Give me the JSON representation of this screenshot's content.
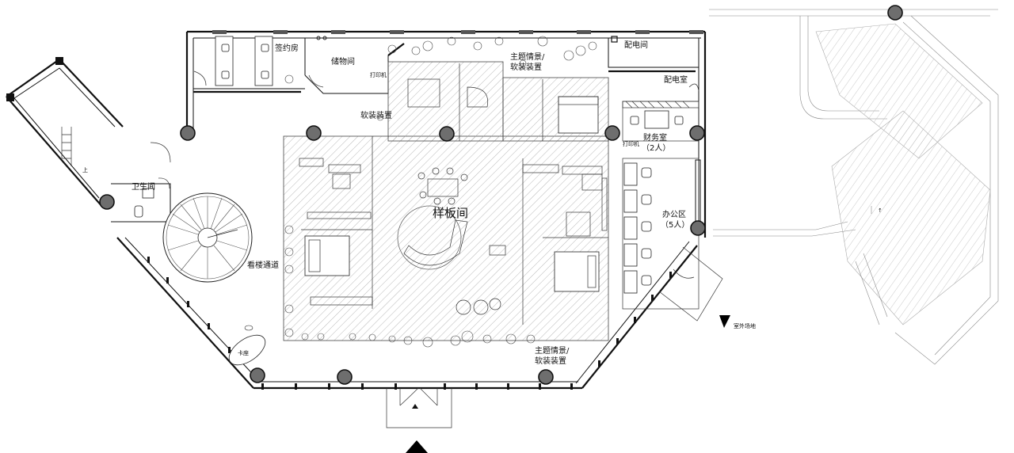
{
  "labels": {
    "signing_room": "签约房",
    "storage": "储物间",
    "theme_top_line1": "主题情景/",
    "theme_top_line2": "软装装置",
    "power_room": "配电间",
    "power_room2": "配电室",
    "printer_top": "打印机",
    "soft_install": "软装装置",
    "finance_room": "财务室",
    "finance_count": "（2人）",
    "printer_right": "打印机",
    "office_area": "办公区",
    "office_count": "（5人）",
    "washroom": "卫生间",
    "sample_room": "样板间",
    "loft_passage": "看楼通道",
    "booth": "卡座",
    "theme_bottom_line1": "主题情景/",
    "theme_bottom_line2": "软装装置",
    "outdoor": "室外场地",
    "stair_up": "上"
  },
  "colors": {
    "wall": "#111111",
    "column": "#6e6e6e",
    "hatch": "#9a9a9a",
    "background": "#ffffff"
  },
  "icons": {
    "entrance_arrow": "entrance-arrow-icon",
    "outdoor_arrow": "outdoor-arrow-icon"
  }
}
